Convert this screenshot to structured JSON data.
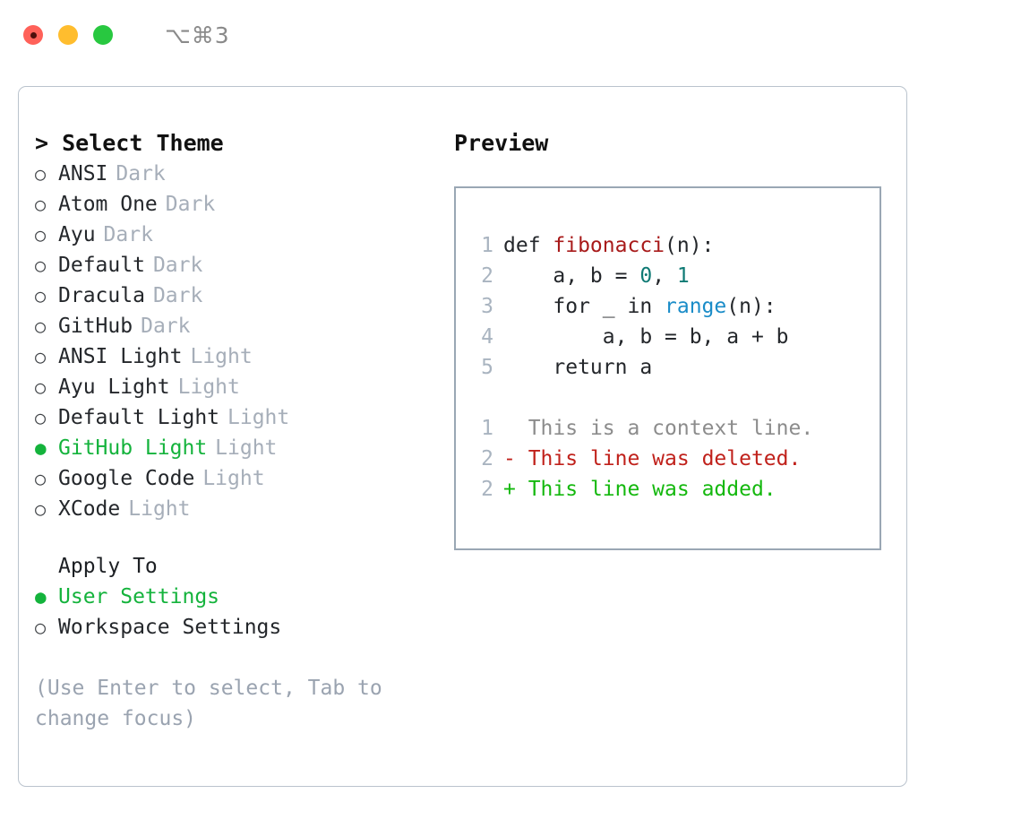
{
  "titlebar": {
    "shortcut": "⌥⌘3",
    "lights": [
      "close",
      "minimize",
      "maximize"
    ]
  },
  "left": {
    "heading": "> Select Theme",
    "themes": [
      {
        "bullet": "○",
        "name": "ANSI",
        "variant": "Dark",
        "selected": false
      },
      {
        "bullet": "○",
        "name": "Atom One",
        "variant": "Dark",
        "selected": false
      },
      {
        "bullet": "○",
        "name": "Ayu",
        "variant": "Dark",
        "selected": false
      },
      {
        "bullet": "○",
        "name": "Default",
        "variant": "Dark",
        "selected": false
      },
      {
        "bullet": "○",
        "name": "Dracula",
        "variant": "Dark",
        "selected": false
      },
      {
        "bullet": "○",
        "name": "GitHub",
        "variant": "Dark",
        "selected": false
      },
      {
        "bullet": "○",
        "name": "ANSI Light",
        "variant": "Light",
        "selected": false
      },
      {
        "bullet": "○",
        "name": "Ayu Light",
        "variant": "Light",
        "selected": false
      },
      {
        "bullet": "○",
        "name": "Default Light",
        "variant": "Light",
        "selected": false
      },
      {
        "bullet": "●",
        "name": "GitHub Light",
        "variant": "Light",
        "selected": true
      },
      {
        "bullet": "○",
        "name": "Google Code",
        "variant": "Light",
        "selected": false
      },
      {
        "bullet": "○",
        "name": "XCode",
        "variant": "Light",
        "selected": false
      }
    ],
    "apply_to_title": "Apply To",
    "apply_to": [
      {
        "bullet": "●",
        "name": "User Settings",
        "selected": true
      },
      {
        "bullet": "○",
        "name": "Workspace Settings",
        "selected": false
      }
    ],
    "hint": "(Use Enter to select, Tab to change focus)"
  },
  "right": {
    "preview_title": "Preview",
    "code": [
      {
        "num": "1",
        "tokens": [
          {
            "t": "def ",
            "c": "plain"
          },
          {
            "t": "fibonacci",
            "c": "fn"
          },
          {
            "t": "(n):",
            "c": "plain"
          }
        ]
      },
      {
        "num": "2",
        "tokens": [
          {
            "t": "    a, b = ",
            "c": "plain"
          },
          {
            "t": "0",
            "c": "num"
          },
          {
            "t": ", ",
            "c": "plain"
          },
          {
            "t": "1",
            "c": "num"
          }
        ]
      },
      {
        "num": "3",
        "tokens": [
          {
            "t": "    for _ in ",
            "c": "plain"
          },
          {
            "t": "range",
            "c": "kwfn"
          },
          {
            "t": "(n):",
            "c": "plain"
          }
        ]
      },
      {
        "num": "4",
        "tokens": [
          {
            "t": "        a, b = b, a + b",
            "c": "plain"
          }
        ]
      },
      {
        "num": "5",
        "tokens": [
          {
            "t": "    return a",
            "c": "plain"
          }
        ]
      }
    ],
    "diff": [
      {
        "num": "1",
        "marker": "  ",
        "text": "This is a context line.",
        "kind": "ctx"
      },
      {
        "num": "2",
        "marker": "- ",
        "text": "This line was deleted.",
        "kind": "del"
      },
      {
        "num": "2",
        "marker": "+ ",
        "text": "This line was added.",
        "kind": "add"
      }
    ]
  },
  "colors": {
    "selected_green": "#14b33c",
    "diff_added": "#14b80e",
    "diff_deleted": "#c0211b",
    "muted": "#a6aeb9",
    "function_red": "#a81a1a",
    "number_teal": "#0f7a74",
    "builtin_blue": "#1a8cc8",
    "panel_border": "#bac3cd",
    "preview_border": "#9aa7b4"
  }
}
